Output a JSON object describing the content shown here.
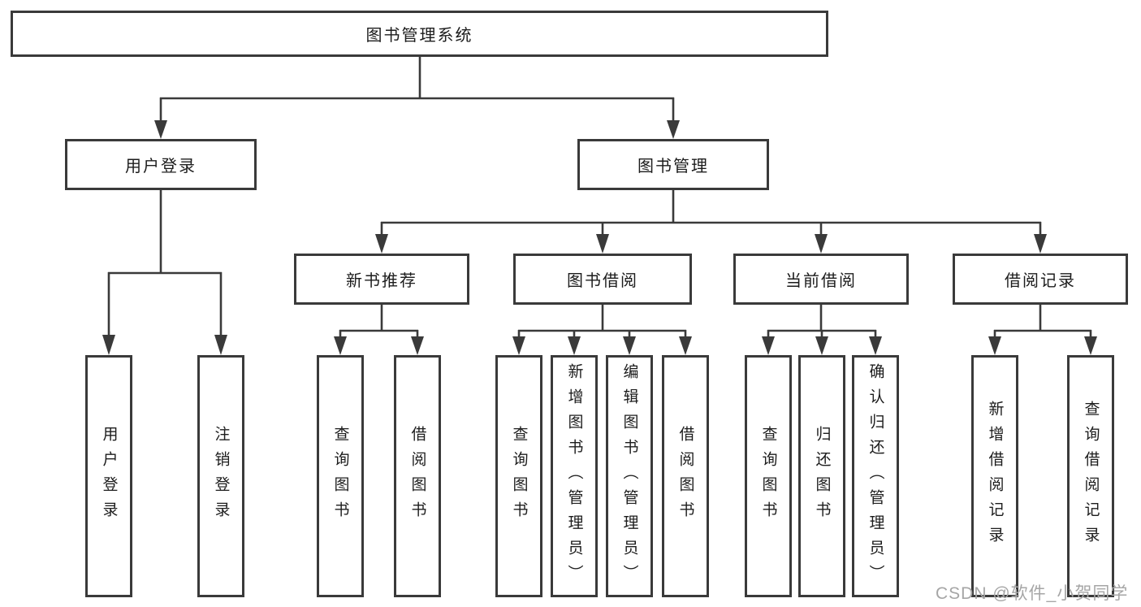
{
  "colors": {
    "line": "#3a3a3a",
    "text": "#1c1c1c",
    "watermark": "#a6a6a6"
  },
  "watermark": {
    "text": "CSDN @软件_小贺同学"
  },
  "tree": {
    "root": "图书管理系统",
    "children": [
      {
        "label": "用户登录",
        "children": [
          {
            "label": "用户登录"
          },
          {
            "label": "注销登录"
          }
        ]
      },
      {
        "label": "图书管理",
        "children": [
          {
            "label": "新书推荐",
            "children": [
              {
                "label": "查询图书"
              },
              {
                "label": "借阅图书"
              }
            ]
          },
          {
            "label": "图书借阅",
            "children": [
              {
                "label": "查询图书"
              },
              {
                "label": "新增图书（管理员）"
              },
              {
                "label": "编辑图书（管理员）"
              },
              {
                "label": "借阅图书"
              }
            ]
          },
          {
            "label": "当前借阅",
            "children": [
              {
                "label": "查询图书"
              },
              {
                "label": "归还图书"
              },
              {
                "label": "确认归还（管理员）"
              }
            ]
          },
          {
            "label": "借阅记录",
            "children": [
              {
                "label": "新增借阅记录"
              },
              {
                "label": "查询借阅记录"
              }
            ]
          }
        ]
      }
    ]
  }
}
